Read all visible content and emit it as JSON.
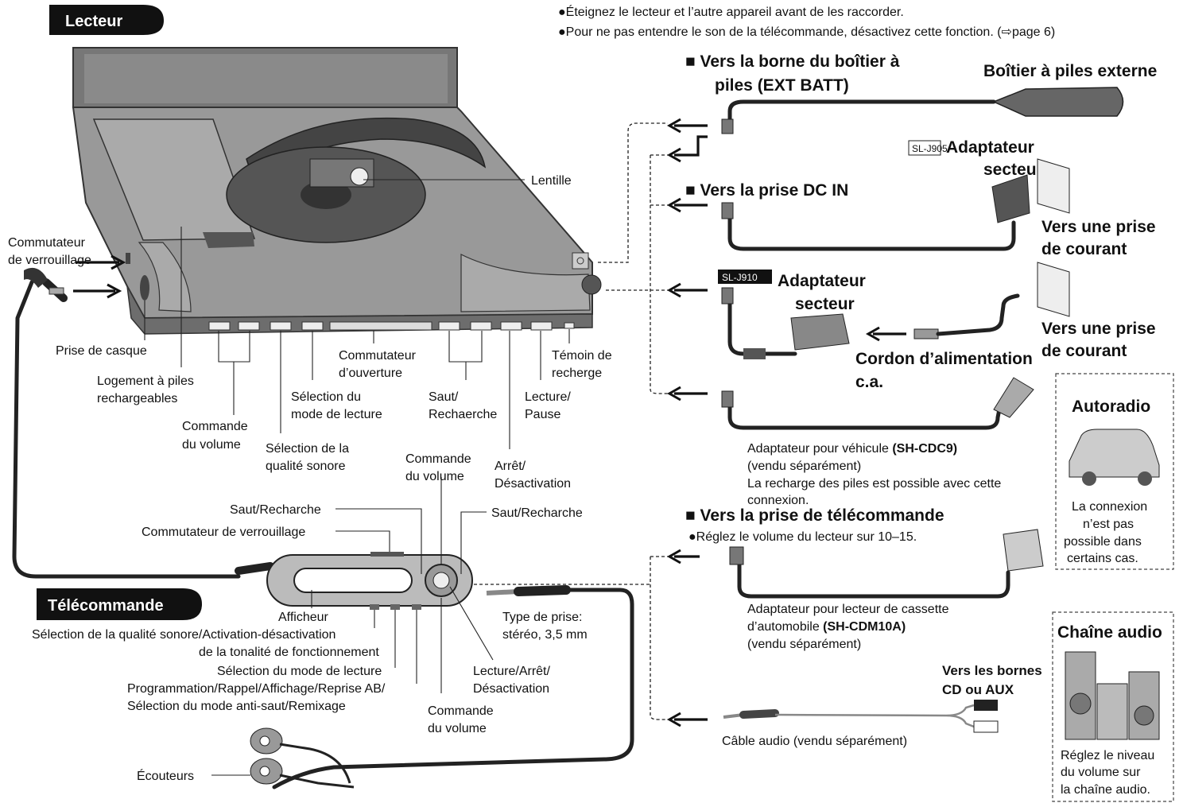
{
  "lecteur_tab": "Lecteur",
  "telecommande_tab": "Télécommande",
  "notes": [
    "●Éteignez le lecteur et l’autre appareil avant de les raccorder.",
    "●Pour ne pas entendre le son de la télécommande, désactivez cette fonction. (⇨page 6)"
  ],
  "player_labels": {
    "lentille": "Lentille",
    "commutateur_verrouillage": [
      "Commutateur",
      "de verrouillage"
    ],
    "prise_casque": "Prise de casque",
    "logement": [
      "Logement à piles",
      "rechargeables"
    ],
    "commande_volume": [
      "Commande",
      "du volume"
    ],
    "selection_qualite": [
      "Sélection de la",
      "qualité sonore"
    ],
    "selection_mode": [
      "Sélection du",
      "mode de lecture"
    ],
    "commutateur_ouverture": [
      "Commutateur",
      "d’ouverture"
    ],
    "saut": [
      "Saut/",
      "Rechaerche"
    ],
    "arret": [
      "Arrêt/",
      "Désactivation"
    ],
    "lecture_pause": [
      "Lecture/",
      "Pause"
    ],
    "temoin": [
      "Témoin de",
      "recherge"
    ]
  },
  "remote_labels": {
    "commande_volume_top": [
      "Commande",
      "du volume"
    ],
    "saut_left": "Saut/Recharche",
    "saut_right": "Saut/Recharche",
    "commutateur_verrouillage": "Commutateur de verrouillage",
    "afficheur": "Afficheur",
    "qualite": [
      "Sélection de la qualité sonore/Activation-désactivation",
      "de la tonalité de fonctionnement"
    ],
    "mode": "Sélection du mode de lecture",
    "programmation": [
      "Programmation/Rappel/Affichage/Reprise AB/",
      "Sélection du mode anti-saut/Remixage"
    ],
    "lecture_arret": [
      "Lecture/Arrêt/",
      "Désactivation"
    ],
    "commande_volume_bottom": [
      "Commande",
      "du volume"
    ],
    "type_prise": [
      "Type de prise:",
      "stéréo, 3,5 mm"
    ],
    "ecouteurs": "Écouteurs"
  },
  "connections": {
    "ext_batt_heading": [
      "■  Vers la borne du boîtier à",
      "piles (EXT BATT)"
    ],
    "boitier": "Boîtier à piles externe",
    "sl_j905": "SL-J905",
    "adaptateur_secteur_1": [
      "Adaptateur",
      "secteur"
    ],
    "dc_in_heading": "■  Vers la prise DC IN",
    "prise_courant_1": [
      "Vers une prise",
      "de courant"
    ],
    "sl_j910": "SL-J910",
    "adaptateur_secteur_2": [
      "Adaptateur",
      "secteur"
    ],
    "prise_courant_2": [
      "Vers une prise",
      "de courant"
    ],
    "cordon": [
      "Cordon d’alimentation",
      "c.a."
    ],
    "vehicule_line1": "Adaptateur pour véhicule ",
    "vehicule_model": "(SH-CDC9)",
    "vehicule_lines": [
      "(vendu séparément)",
      "La recharge des piles est possible avec cette",
      "connexion."
    ],
    "autoradio": "Autoradio",
    "autoradio_note": [
      "La connexion",
      "n’est pas",
      "possible dans",
      "certains cas."
    ],
    "telecommande_heading": "■  Vers la prise de télécommande",
    "telecommande_note": "●Réglez le volume du lecteur sur 10–15.",
    "cassette_lines": [
      "Adaptateur pour lecteur de cassette",
      "d’automobile "
    ],
    "cassette_model": "(SH-CDM10A)",
    "cassette_sold": "(vendu séparément)",
    "chaine": "Chaîne audio",
    "bornes": [
      "Vers les bornes",
      "CD ou AUX"
    ],
    "cable": "Câble audio (vendu séparément)",
    "chaine_note": [
      "Réglez le niveau",
      "du volume sur",
      "la chaîne audio."
    ]
  }
}
